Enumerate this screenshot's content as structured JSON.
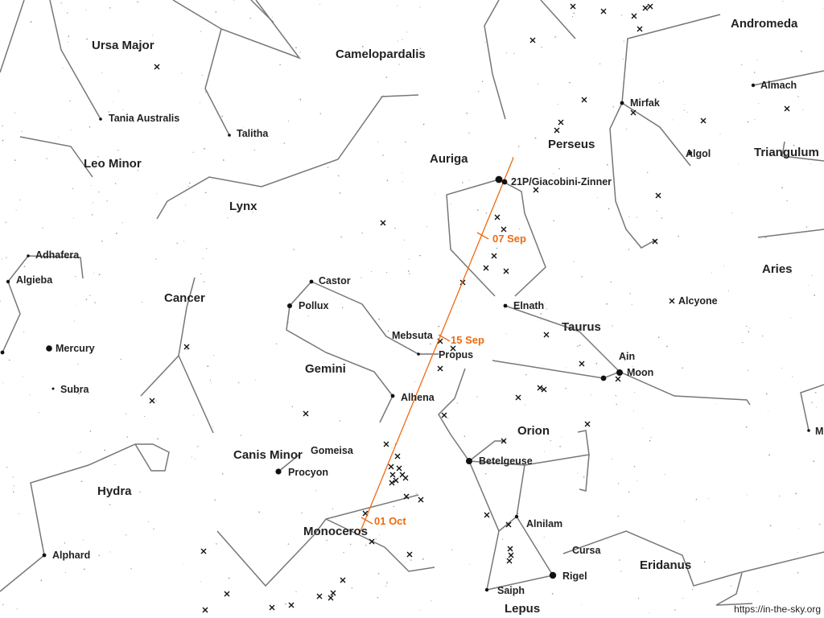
{
  "comet": {
    "name": "21P/Giacobini-Zinner"
  },
  "date_labels": [
    "07 Sep",
    "15 Sep",
    "01 Oct"
  ],
  "constellations": [
    "Ursa Major",
    "Camelopardalis",
    "Andromeda",
    "Leo Minor",
    "Perseus",
    "Triangulum",
    "Auriga",
    "Lynx",
    "Aries",
    "Cancer",
    "Taurus",
    "Gemini",
    "Canis Minor",
    "Orion",
    "Hydra",
    "Monoceros",
    "Eridanus",
    "Lepus"
  ],
  "stars": [
    "Tania Australis",
    "Talitha",
    "Mirfak",
    "Almach",
    "Algol",
    "Adhafera",
    "Algieba",
    "Castor",
    "Pollux",
    "Elnath",
    "Alcyone",
    "Mebsuta",
    "Propus",
    "Ain",
    "Moon",
    "Mercury",
    "Subra",
    "Alhena",
    "Betelgeuse",
    "Gomeisa",
    "Procyon",
    "Alnilam",
    "Alphard",
    "Cursa",
    "Rigel",
    "Saiph",
    "M"
  ],
  "credit": "https://in-the-sky.org",
  "colors": {
    "path": "#ee6a10",
    "lines": "#777777",
    "text": "#222222",
    "background": "#ffffff"
  }
}
